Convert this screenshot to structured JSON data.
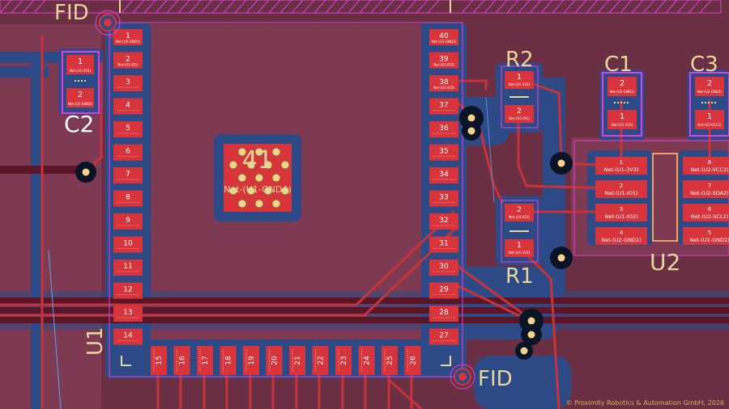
{
  "colors": {
    "board": "#6a2f42",
    "copper_fill": "#7e3a52",
    "keepout": "#2e4a86",
    "pad": "#d8343b",
    "trace": "#c8333b",
    "trace_dark": "#5a1626",
    "silk": "#e6d79c",
    "courtyard": "#e040d8",
    "via_ring": "#f3d28c"
  },
  "labels": {
    "fid_top": "FID",
    "fid_bottom": "FID",
    "u1": "U1",
    "u2": "U2",
    "r1": "R1",
    "r2": "R2",
    "c1": "C1",
    "c2": "C2",
    "c3": "C3",
    "thermal_pad_number": "41",
    "thermal_pad_net": "Net-(U1-GND4)"
  },
  "u1_pins": {
    "left": [
      "1",
      "2",
      "3",
      "4",
      "5",
      "6",
      "7",
      "8",
      "9",
      "10",
      "11",
      "12",
      "13",
      "14"
    ],
    "bottom": [
      "15",
      "16",
      "17",
      "18",
      "19",
      "20",
      "21",
      "22",
      "23",
      "24",
      "25",
      "26"
    ],
    "right": [
      "40",
      "39",
      "38",
      "37",
      "36",
      "35",
      "34",
      "33",
      "32",
      "31",
      "30",
      "29",
      "28",
      "27"
    ],
    "left_nets": [
      "Net-(U1-GND1)",
      "Net-(U1-IO1)",
      "",
      "",
      "",
      "",
      "",
      "",
      "",
      "",
      "",
      "",
      "",
      ""
    ],
    "right_nets": [
      "Net-(U1-GND3)",
      "Net-(U1-IO2)",
      "Net-(U1-IO3)",
      "",
      "",
      "",
      "",
      "",
      "",
      "",
      "",
      "",
      "",
      ""
    ]
  },
  "c2": {
    "pads": [
      "1",
      "2"
    ],
    "nets": [
      "Net-(U1-3V3)",
      "Net-(U1-GND2)"
    ]
  },
  "r2": {
    "pads": [
      "1",
      "2"
    ],
    "nets": [
      "Net-(U1-3V3)",
      "Net-(U1-IO1)"
    ]
  },
  "r1": {
    "pads": [
      "2",
      "1"
    ],
    "nets": [
      "Net-(U1-IO2)",
      "Net-(U1-3V3)"
    ]
  },
  "c1": {
    "pads": [
      "2",
      "1"
    ],
    "nets": [
      "Net-(U2-GND1)",
      "Net-(U1-3V3)"
    ]
  },
  "c3": {
    "pads": [
      "2",
      "1"
    ],
    "nets": [
      "Net-(U2-GND2)",
      "Net-(U2-VCC2)"
    ]
  },
  "u2": {
    "left_pins": [
      "1",
      "2",
      "3",
      "4"
    ],
    "left_nets": [
      "Net-(U1-3V3)",
      "Net-(U1-IO1)",
      "Net-(U1-IO2)",
      "Net-(U2-GND1)"
    ],
    "right_pins": [
      "8",
      "7",
      "6",
      "5"
    ],
    "right_nets": [
      "Net-(U2-VCC2)",
      "Net-(U2-SDA2)",
      "Net-(U2-SCL2)",
      "Net-(U2-GND2)"
    ]
  },
  "copyright": "© Proximity Robotics & Automation GmbH, 2026"
}
